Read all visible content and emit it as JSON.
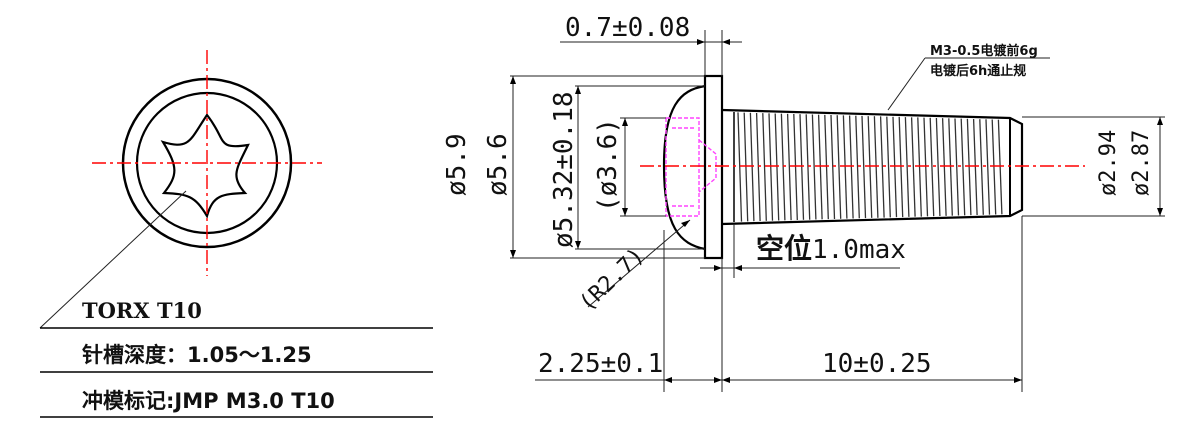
{
  "colors": {
    "outline": "#000000",
    "centerline": "#ff0000",
    "hidden_recess": "#ff44ff",
    "background": "#ffffff"
  },
  "dimensions": {
    "head_thickness": "0.7±0.08",
    "head_dia_outer": "ø5.9",
    "head_dia": "ø5.6",
    "bearing_dia": "ø5.32±0.18",
    "recess_dia": "(ø3.6)",
    "radius": "(R2.7)",
    "head_length": "2.25±0.1",
    "thread_length": "10±0.25",
    "thread_major": "ø2.94",
    "thread_minor": "ø2.87",
    "undercut_keyword": "空位",
    "undercut_value": "1.0max"
  },
  "notes": {
    "thread_line1": "M3-0.5电镀前6g",
    "thread_line2": "电镀后6h通止规"
  },
  "labels": {
    "drive": "TORX T10",
    "depth": "针槽深度：1.05～1.25",
    "mark": "冲模标记:JMP M3.0 T10"
  }
}
